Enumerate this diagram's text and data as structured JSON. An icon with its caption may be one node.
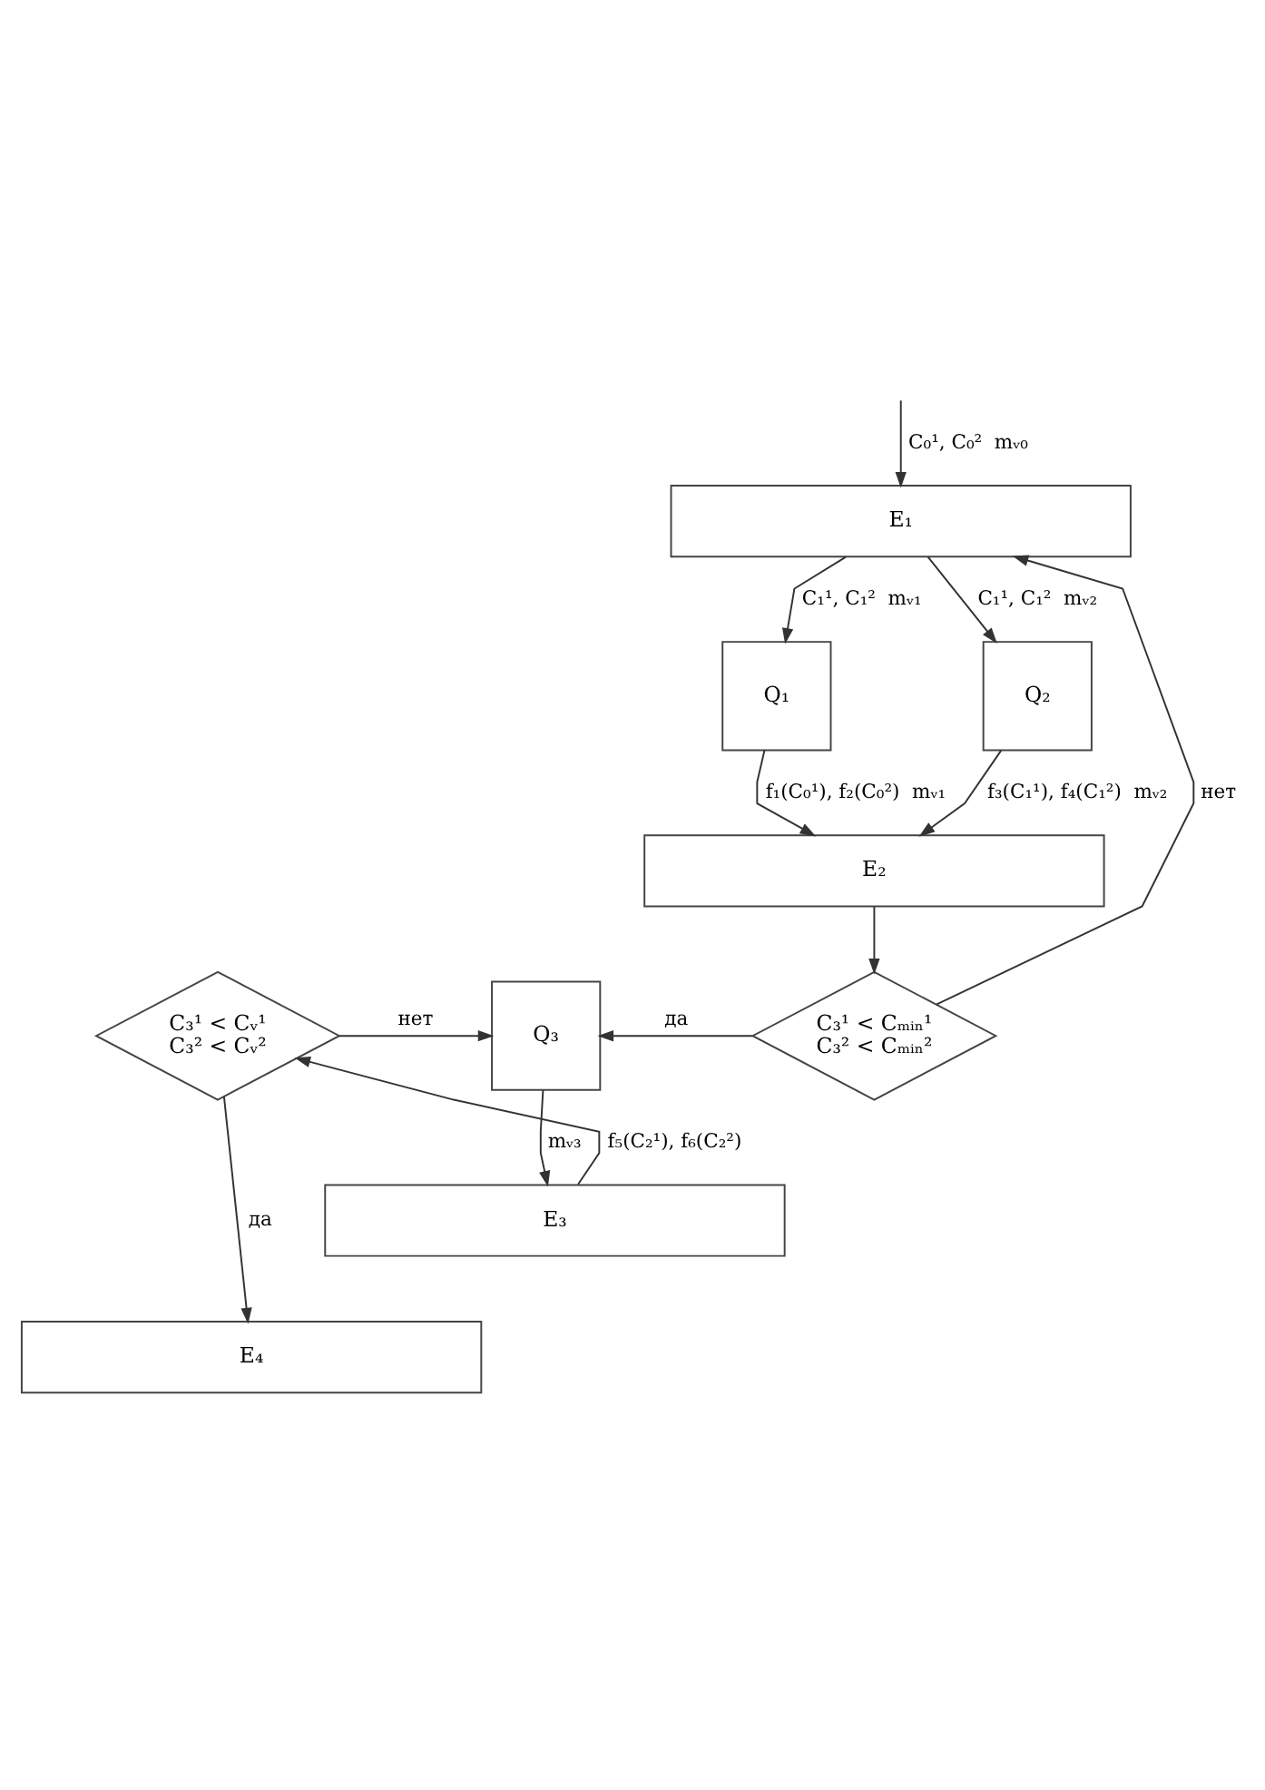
{
  "diagram": {
    "nodes": [
      {
        "text": [
          "E₁"
        ]
      },
      {
        "text": [
          "Q₁"
        ]
      },
      {
        "text": [
          "Q₂"
        ]
      },
      {
        "text": [
          "E₂"
        ]
      },
      {
        "text": [
          "C₃¹ < Cᵥ¹",
          "C₃² < Cᵥ²"
        ]
      },
      {
        "text": [
          "Q₃"
        ]
      },
      {
        "text": [
          "C₃¹ < Cₘᵢₙ¹",
          "C₃² < Cₘᵢₙ²"
        ]
      },
      {
        "text": [
          "E₃"
        ]
      },
      {
        "text": [
          "E₄"
        ]
      }
    ],
    "edges": [
      {
        "from": null,
        "to": 0,
        "arrow": "to",
        "label": "C₀¹, C₀²  mᵥ₀"
      },
      {
        "from": 0,
        "to": 1,
        "arrow": "to",
        "label": "C₁¹, C₁²  mᵥ₁"
      },
      {
        "from": 0,
        "to": 2,
        "arrow": "to",
        "label": "C₁¹, C₁²  mᵥ₂"
      },
      {
        "from": 1,
        "to": 3,
        "arrow": "to",
        "label": "f₁(C₀¹), f₂(C₀²)  mᵥ₁"
      },
      {
        "from": 2,
        "to": 3,
        "arrow": "to",
        "label": "f₃(C₁¹), f₄(C₁²)  mᵥ₂"
      },
      {
        "from": 3,
        "to": 6,
        "arrow": "to"
      },
      {
        "from": 6,
        "to": 5,
        "arrow": "to",
        "label": "да"
      },
      {
        "from": 6,
        "to": 0,
        "arrow": "to",
        "label": "нет"
      },
      {
        "from": 4,
        "to": 5,
        "arrow": "to",
        "label": "нет"
      },
      {
        "from": 4,
        "to": 8,
        "arrow": "to",
        "label": "да"
      },
      {
        "from": 5,
        "to": 7,
        "arrow": "to",
        "label": "mᵥ₃"
      },
      {
        "from": 7,
        "to": 4,
        "arrow": "to",
        "label": "f₅(C₂¹), f₆(C₂²)"
      }
    ]
  }
}
